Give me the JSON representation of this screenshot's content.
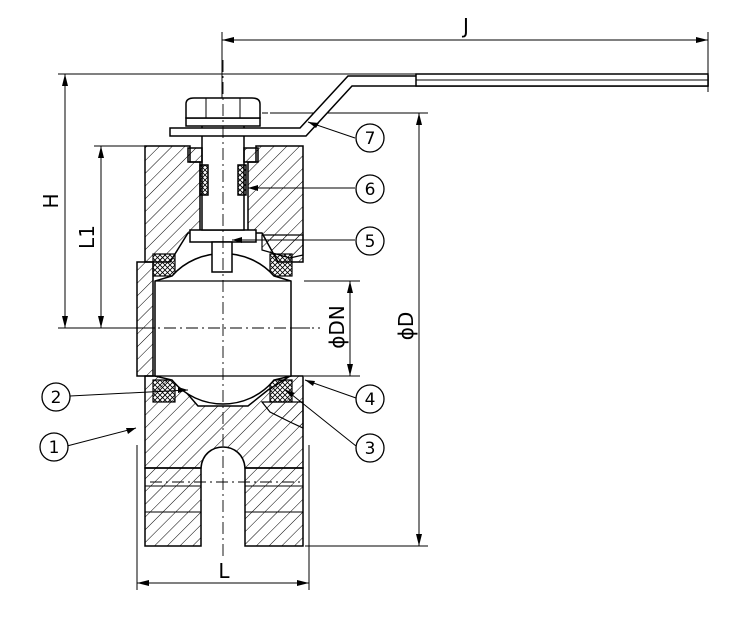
{
  "dimensions": {
    "J": "J",
    "H": "H",
    "L1": "L1",
    "L": "L",
    "DN": "ϕDN",
    "D": "ϕD"
  },
  "callouts": [
    "1",
    "2",
    "3",
    "4",
    "5",
    "6",
    "7"
  ],
  "colors": {
    "line": "#000000",
    "background": "#ffffff"
  }
}
